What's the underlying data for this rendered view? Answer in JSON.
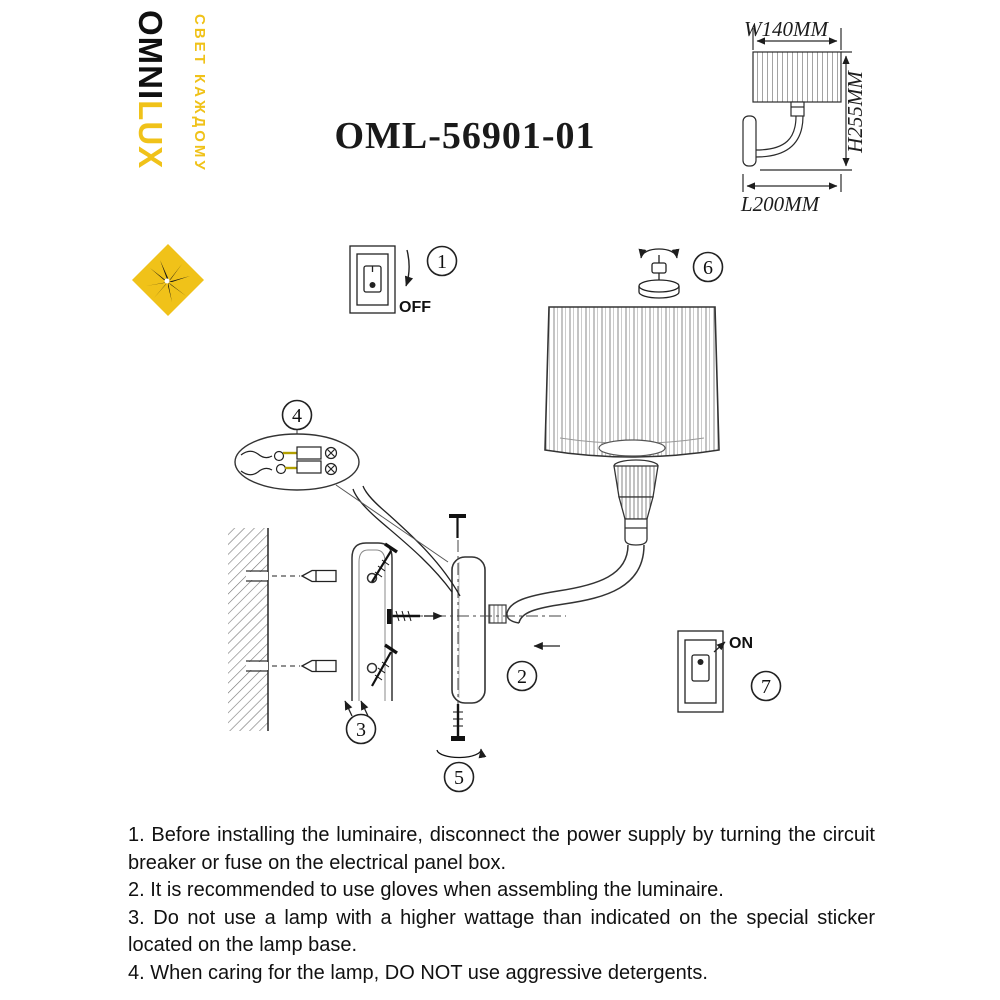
{
  "brand": {
    "omni": "OMNI",
    "lux": "LUX",
    "tagline": "СВЕТ КАЖДОМУ"
  },
  "title": "OML-56901-01",
  "dimensions": {
    "width": "W140MM",
    "height": "H255MM",
    "length": "L200MM"
  },
  "switch_labels": {
    "off": "OFF",
    "on": "ON"
  },
  "steps": [
    "1",
    "2",
    "3",
    "4",
    "5",
    "6",
    "7"
  ],
  "instructions": [
    "1. Before installing the luminaire, disconnect the power supply by turning the circuit breaker or fuse on the electrical panel box.",
    "2. It is recommended to use gloves when assembling the luminaire.",
    "3. Do not use a lamp with a higher wattage than indicated on the special sticker located on the lamp base.",
    "4. When caring for the lamp, DO NOT use aggressive detergents."
  ],
  "colors": {
    "brand_gold": "#F0C219",
    "line": "#222222"
  }
}
